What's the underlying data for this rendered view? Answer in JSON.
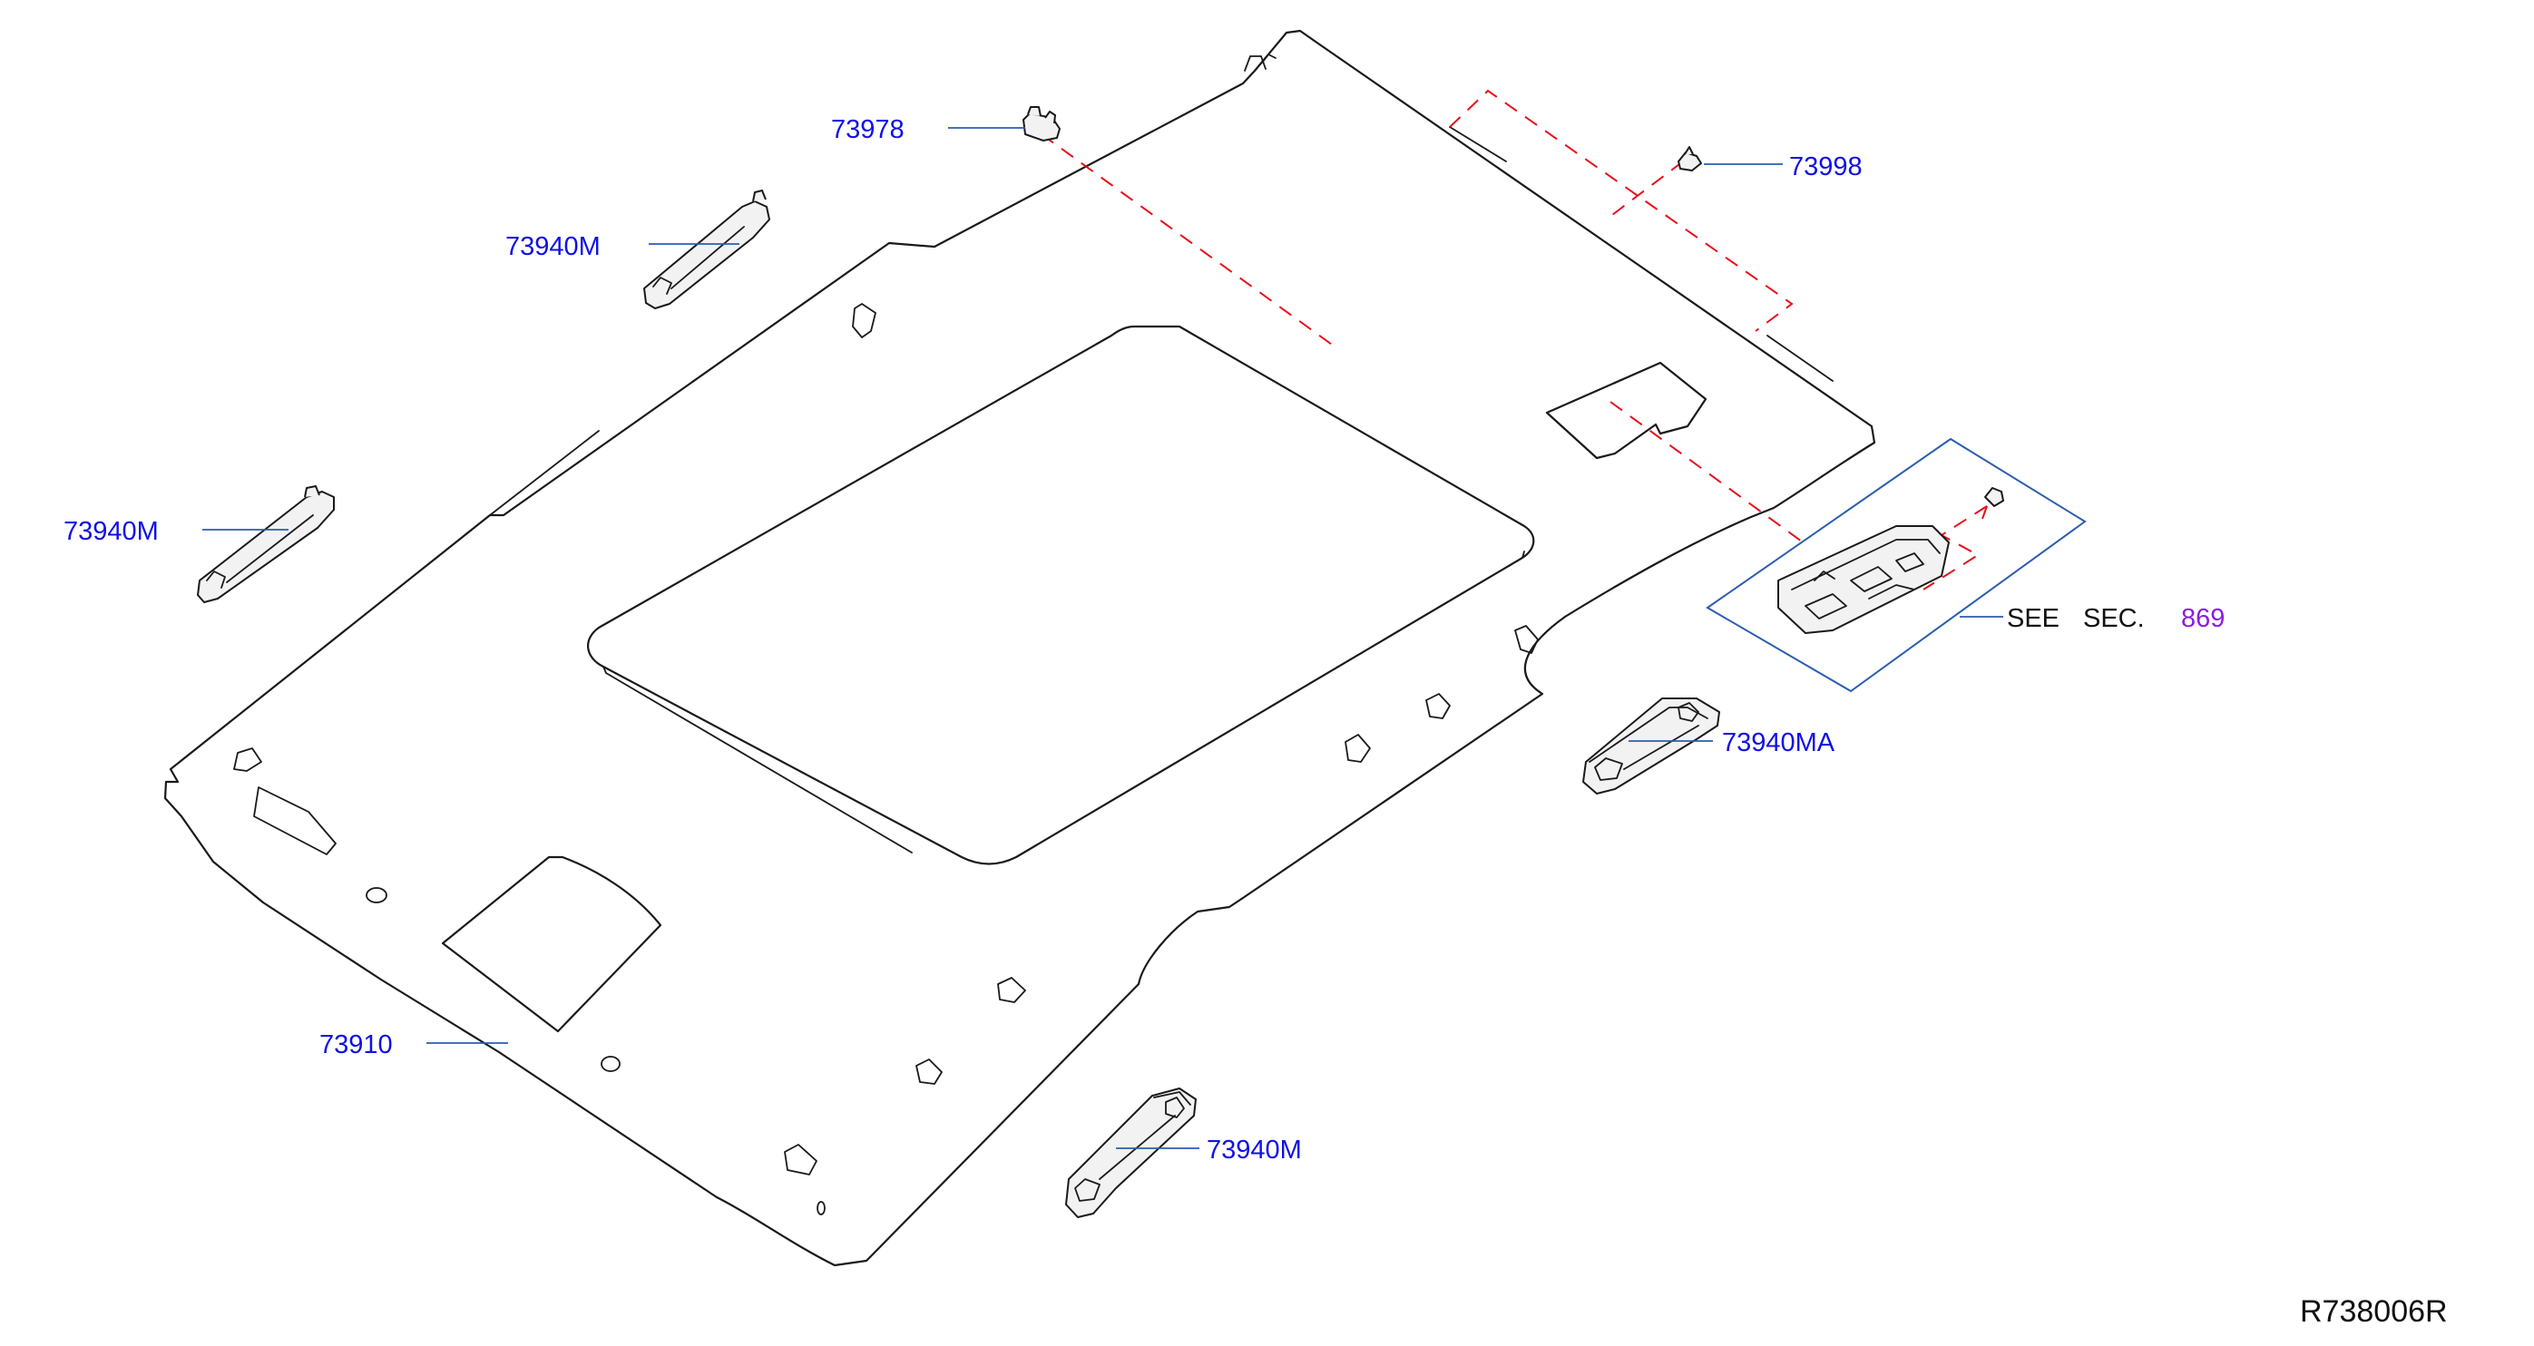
{
  "labels": {
    "p73978": "73978",
    "p73998": "73998",
    "p73940m_top": "73940M",
    "p73940m_left": "73940M",
    "p73940ma": "73940MA",
    "p73910": "73910",
    "p73940m_bottom": "73940M",
    "see": "SEE",
    "sec": "SEC.",
    "sec_number": "869",
    "ref_code": "R738006R"
  },
  "colors": {
    "part_number": "#1010e6",
    "section_number": "#8a1ee0",
    "leader": "#2a5db0",
    "dashed_guide": "#e8101a",
    "outline": "#1a1a1a"
  }
}
